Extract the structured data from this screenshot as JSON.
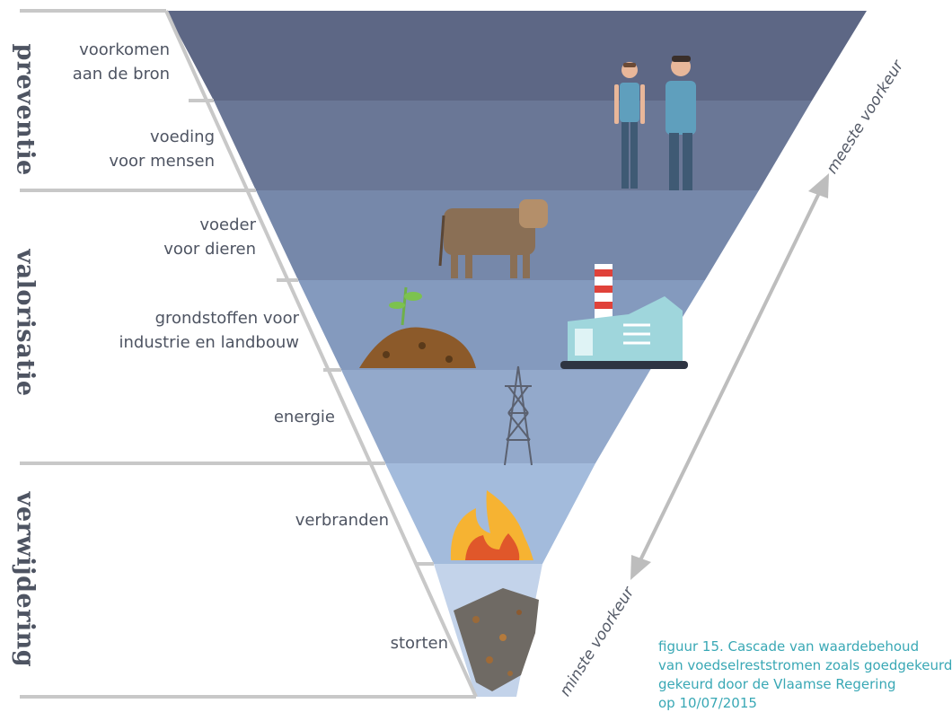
{
  "categories": [
    {
      "id": "preventie",
      "label": "preventie"
    },
    {
      "id": "valorisatie",
      "label": "valorisatie"
    },
    {
      "id": "verwijdering",
      "label": "verwijdering"
    }
  ],
  "levels": [
    {
      "id": "bron",
      "lines": [
        "voorkomen",
        "aan de bron"
      ],
      "color": "#5d6785"
    },
    {
      "id": "mensen",
      "lines": [
        "voeding",
        "voor mensen"
      ],
      "color": "#6a7796"
    },
    {
      "id": "dieren",
      "lines": [
        "voeder",
        "voor dieren"
      ],
      "color": "#7688aa"
    },
    {
      "id": "industrie",
      "lines": [
        "grondstoffen voor",
        "industrie en landbouw"
      ],
      "color": "#849abe"
    },
    {
      "id": "energie",
      "lines": [
        "energie"
      ],
      "color": "#93a9cb"
    },
    {
      "id": "verbranden",
      "lines": [
        "verbranden"
      ],
      "color": "#a3bbdc"
    },
    {
      "id": "storten",
      "lines": [
        "storten"
      ],
      "color": "#c3d3ea"
    }
  ],
  "preference": {
    "top": "meeste voorkeur",
    "bottom": "minste voorkeur"
  },
  "caption": {
    "line1": "figuur 15. Cascade van waardebehoud",
    "line2": "van voedselreststromen zoals goedgekeurd",
    "line3": "gekeurd door de Vlaamse Regering",
    "line4": "op 10/07/2015"
  },
  "colors": {
    "text": "#4e5462",
    "separator": "#c8c8c8",
    "arrow": "#bdbdbd",
    "caption": "#39a8b5"
  }
}
